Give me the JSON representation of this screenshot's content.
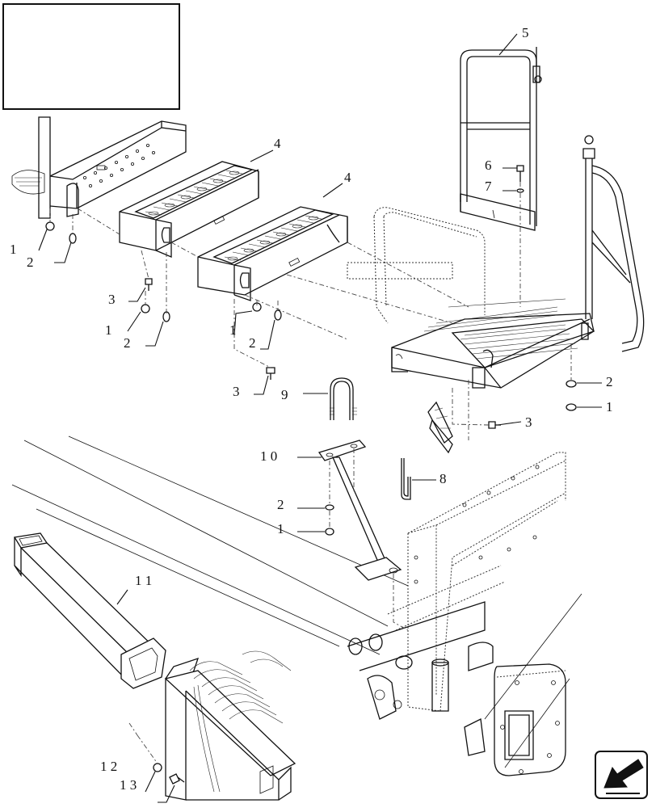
{
  "diagram": {
    "callouts": [
      {
        "id": "c1a",
        "label": "1"
      },
      {
        "id": "c2a",
        "label": "2"
      },
      {
        "id": "c3a",
        "label": "3"
      },
      {
        "id": "c1b",
        "label": "1"
      },
      {
        "id": "c2b",
        "label": "2"
      },
      {
        "id": "c1c",
        "label": "1"
      },
      {
        "id": "c2c",
        "label": "2"
      },
      {
        "id": "c3b",
        "label": "3"
      },
      {
        "id": "c4a",
        "label": "4"
      },
      {
        "id": "c4b",
        "label": "4"
      },
      {
        "id": "c5",
        "label": "5"
      },
      {
        "id": "c6",
        "label": "6"
      },
      {
        "id": "c7",
        "label": "7"
      },
      {
        "id": "c2d",
        "label": "2"
      },
      {
        "id": "c1d",
        "label": "1"
      },
      {
        "id": "c3c",
        "label": "3"
      },
      {
        "id": "c9",
        "label": "9"
      },
      {
        "id": "c10",
        "label": "1 0"
      },
      {
        "id": "c8",
        "label": "8"
      },
      {
        "id": "c2e",
        "label": "2"
      },
      {
        "id": "c1e",
        "label": "1"
      },
      {
        "id": "c11",
        "label": "1 1"
      },
      {
        "id": "c12",
        "label": "1 2"
      },
      {
        "id": "c13",
        "label": "1 3"
      }
    ],
    "nav_icon": "arrow-left-down-icon"
  }
}
